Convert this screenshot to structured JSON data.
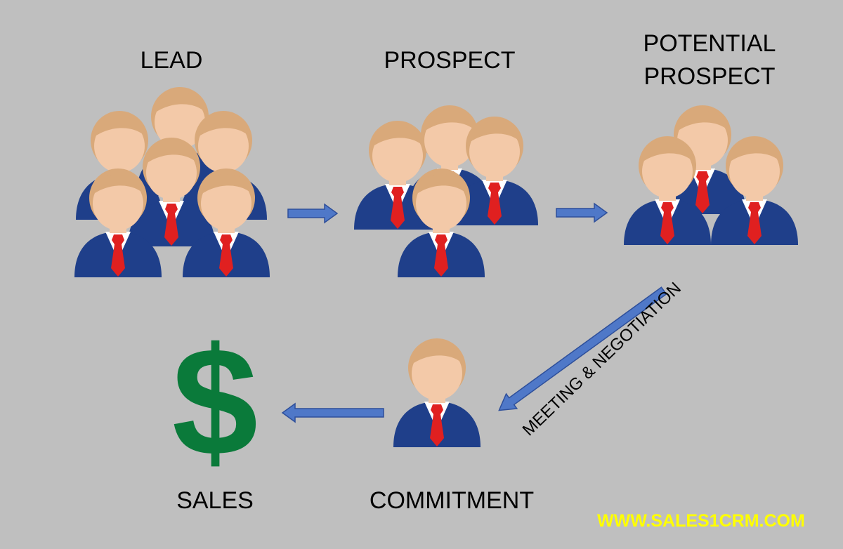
{
  "stages": {
    "lead": "LEAD",
    "prospect": "PROSPECT",
    "potential_line1": "POTENTIAL",
    "potential_line2": "PROSPECT",
    "commitment": "COMMITMENT",
    "sales": "SALES"
  },
  "transition_label": "MEETING & NEGOTIATION",
  "dollar_symbol": "$",
  "website": "WWW.SALES1CRM.COM",
  "colors": {
    "background": "#bfbfbf",
    "suit": "#1f3f8a",
    "tie": "#e02020",
    "skin": "#f3c9a8",
    "hair": "#d9a97a",
    "arrow": "#4f78c8",
    "dollar": "#0a7a3a",
    "website": "#ffff00"
  },
  "icons": {
    "person": "businessman-icon",
    "arrow": "right-arrow-icon",
    "money": "dollar-icon"
  }
}
